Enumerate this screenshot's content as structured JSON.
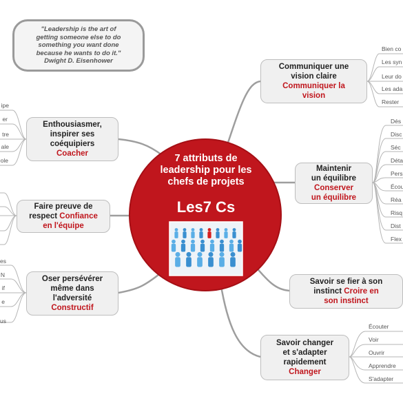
{
  "quote": {
    "lines": [
      "\"Leadership is the art of",
      "getting someone else to do",
      "something you want done",
      "because he wants to do it.\"",
      "Dwight D. Eisenhower"
    ]
  },
  "center": {
    "lines": [
      "7 attributs de",
      "leadership pour les",
      "chefs de projets"
    ],
    "big": "Les7 Cs",
    "image_icon": "people-crowd-icon"
  },
  "colors": {
    "center": "#c0161d",
    "accent": "#c0161d",
    "node_bg": "#f0f0f0",
    "line": "#999999"
  },
  "branches": {
    "communiquer": {
      "lines": [
        "Communiquer une",
        "vision claire"
      ],
      "red": [
        "Communiquer la",
        "vision"
      ],
      "leaves": [
        "Bien co",
        "Les syn",
        "Leur do",
        "Les ada",
        "Rester"
      ]
    },
    "equilibre": {
      "lines": [
        "Maintenir",
        "un équilibre"
      ],
      "red": [
        "Conserver",
        "un équilibre"
      ],
      "leaves": [
        "Dés",
        "Disc",
        "Séc",
        "Déta",
        "Pers",
        "Écou",
        "Réa",
        "Risq",
        "Dist",
        "Flex"
      ]
    },
    "instinct": {
      "lines": [
        "Savoir se fier à son",
        "instinct"
      ],
      "red_inline": "Croire en",
      "red": [
        "son instinct"
      ],
      "leaves": []
    },
    "changer": {
      "lines": [
        "Savoir changer",
        "et s'adapter",
        "rapidement"
      ],
      "red": [
        "Changer"
      ],
      "leaves": [
        "Écouter",
        "Voir",
        "Ouvrir",
        "Apprendre",
        "S'adapter"
      ]
    },
    "coacher": {
      "lines": [
        "Enthousiasmer,",
        "inspirer ses",
        "coéquipiers"
      ],
      "red": [
        "Coacher"
      ],
      "leaves": [
        "ipe",
        "er",
        "tre",
        "ale",
        "ole"
      ]
    },
    "confiance": {
      "lines": [
        "Faire preuve de"
      ],
      "line2_prefix": "respect",
      "red_inline": "Confiance",
      "red": [
        "en l'équipe"
      ],
      "leaves": []
    },
    "constructif": {
      "lines": [
        "Oser persévérer",
        "même dans",
        "l'adversité"
      ],
      "red": [
        "Constructif"
      ],
      "leaves": [
        "es",
        "N",
        "if",
        "e",
        "us"
      ]
    }
  }
}
